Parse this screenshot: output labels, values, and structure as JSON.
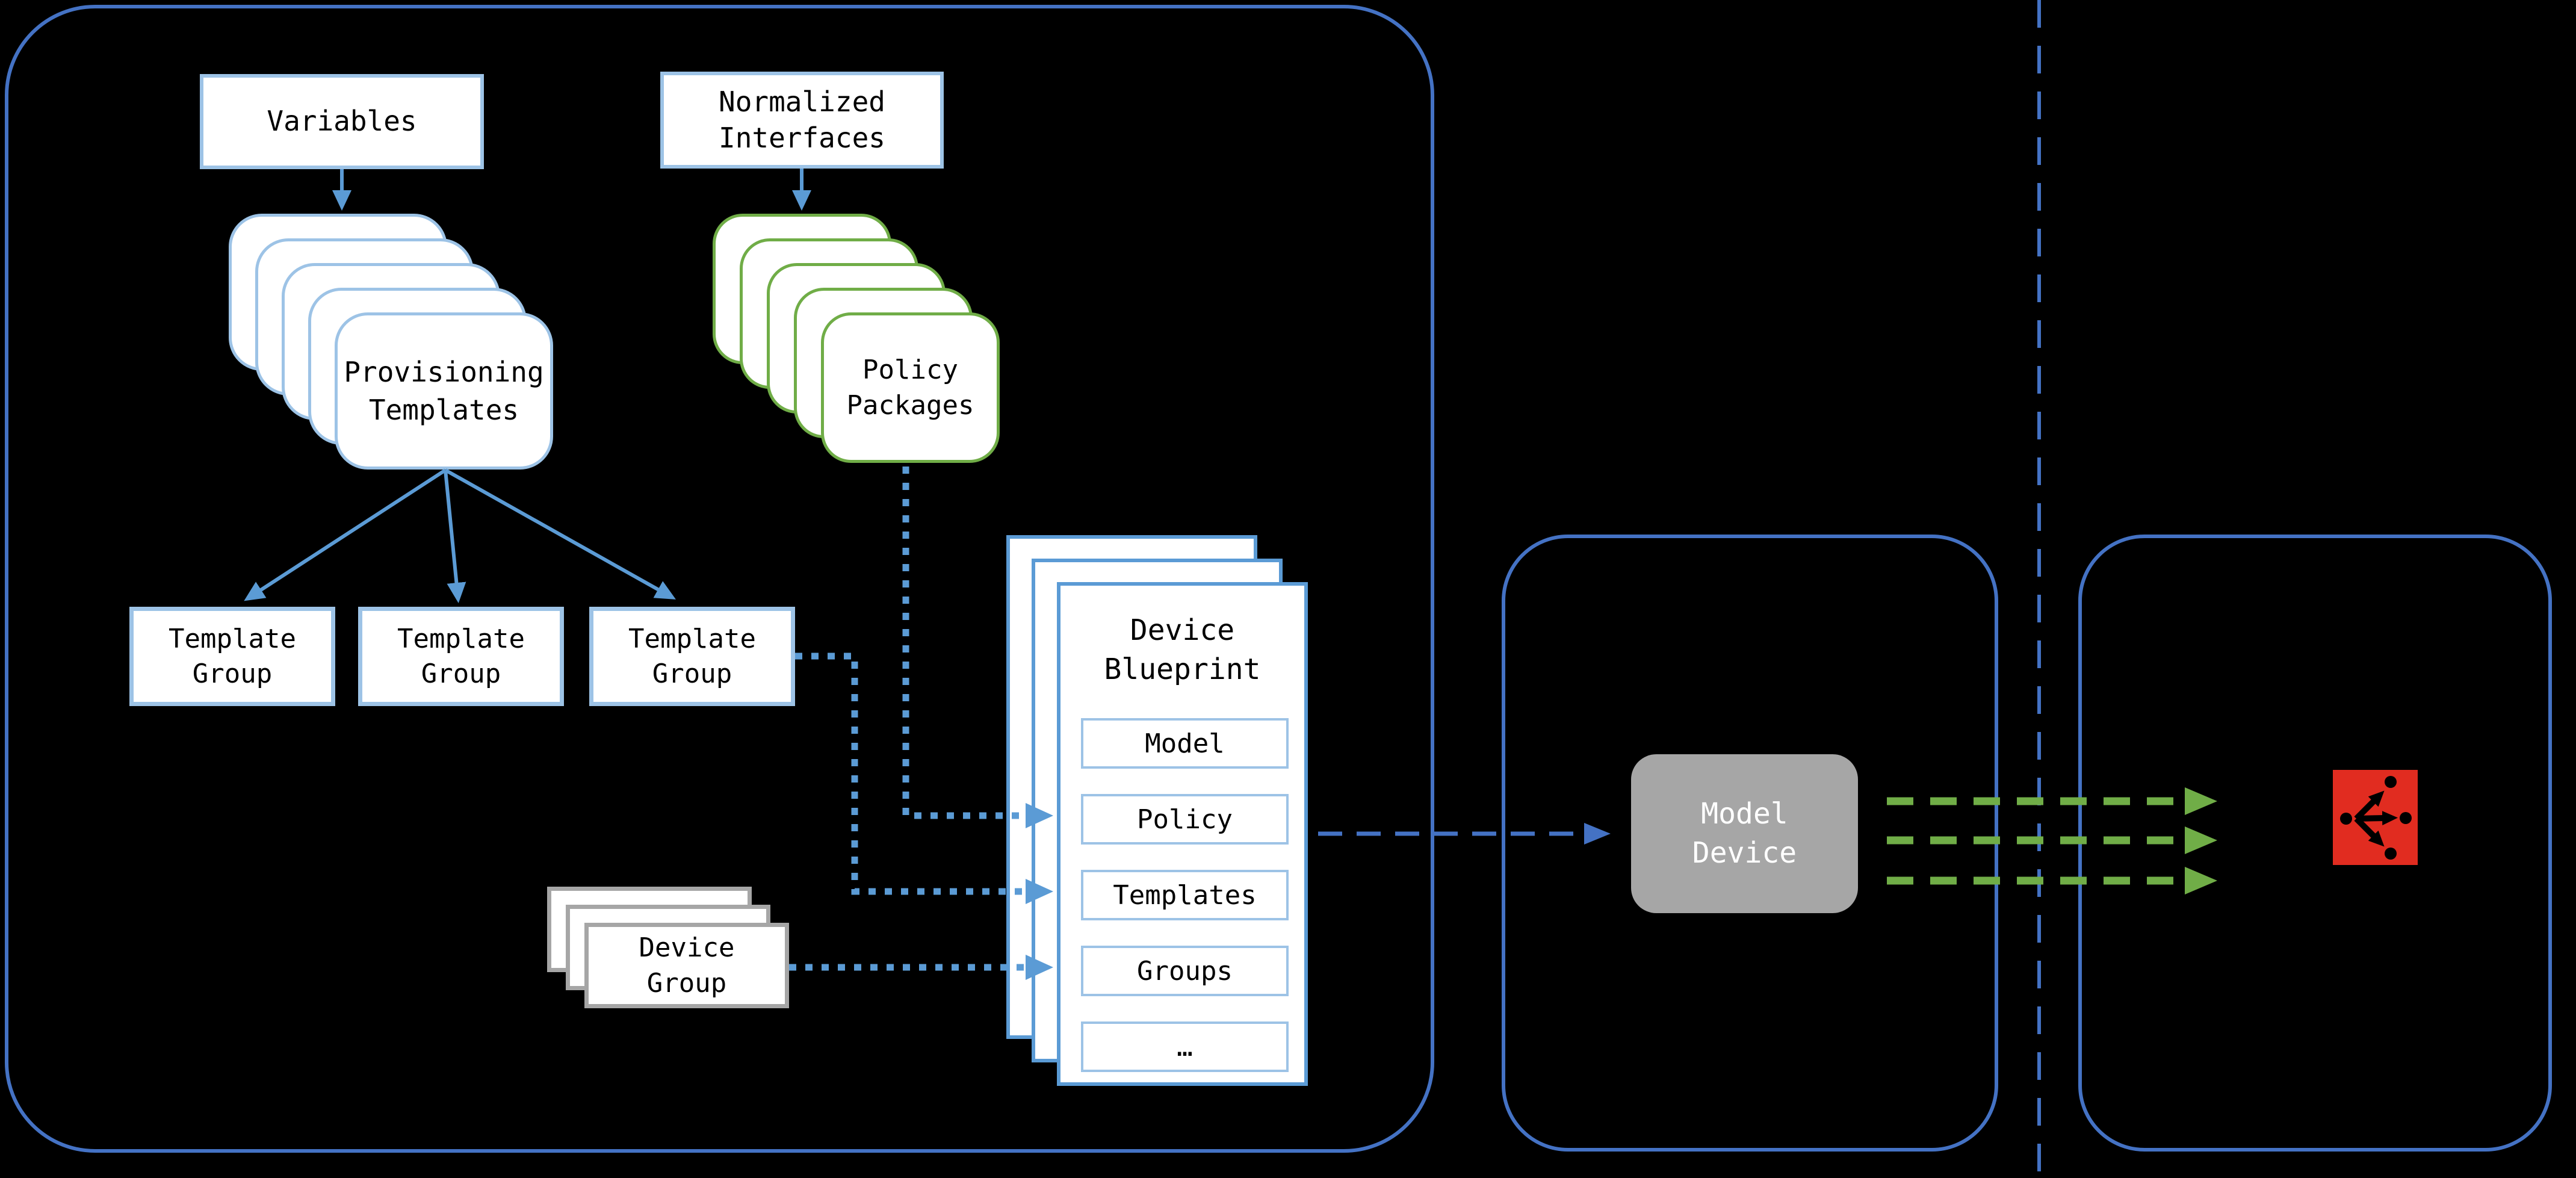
{
  "colors": {
    "background": "#000000",
    "container_border": "#4472C4",
    "light_blue_border": "#9DC3E6",
    "mid_blue": "#5B9BD5",
    "green": "#70AD47",
    "gray": "#A6A6A6",
    "red": "#E12C20"
  },
  "left_panel": {
    "variables_label": "Variables",
    "normalized_interfaces_label": "Normalized Interfaces",
    "provisioning_templates_label": "Provisioning Templates",
    "policy_packages_label": "Policy Packages",
    "template_groups": [
      {
        "label": "Template Group"
      },
      {
        "label": "Template Group"
      },
      {
        "label": "Template Group"
      }
    ],
    "device_group_label": "Device Group",
    "device_blueprint": {
      "title": "Device Blueprint",
      "fields": [
        {
          "label": "Model"
        },
        {
          "label": "Policy"
        },
        {
          "label": "Templates"
        },
        {
          "label": "Groups"
        },
        {
          "label": "…"
        }
      ]
    }
  },
  "middle_panel": {
    "model_device_label": "Model Device"
  },
  "right_panel": {
    "icon": "traffic-branch-icon"
  }
}
